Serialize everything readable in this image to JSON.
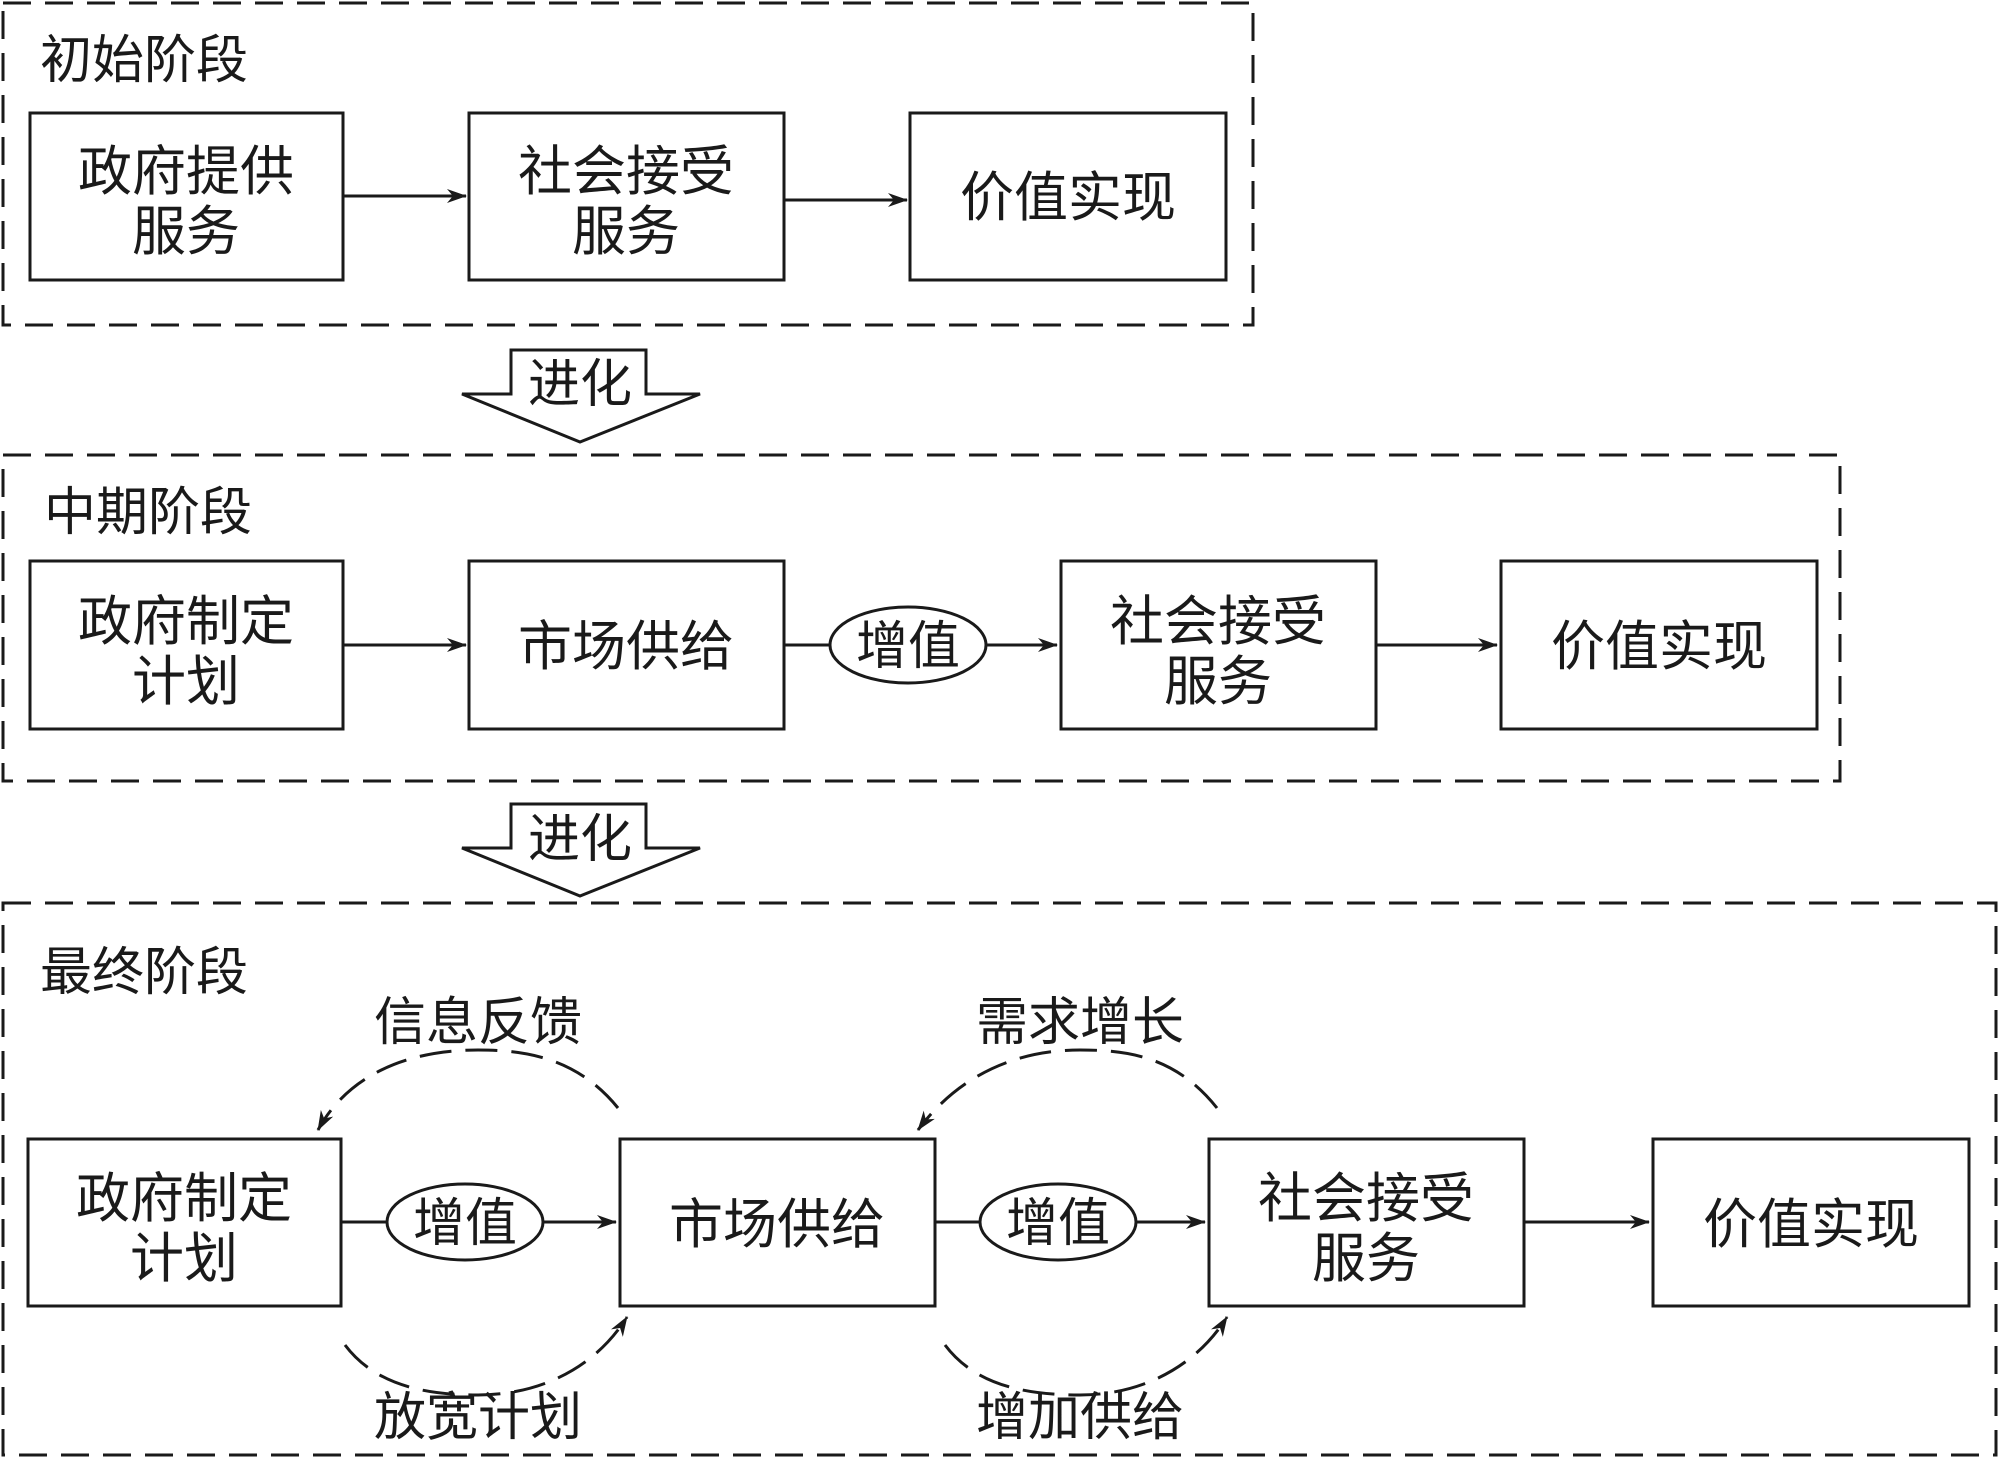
{
  "stages": {
    "initial": {
      "title": "初始阶段",
      "boxes": [
        {
          "line1": "政府提供",
          "line2": "服务"
        },
        {
          "line1": "社会接受",
          "line2": "服务"
        },
        {
          "line1": "价值实现",
          "line2": ""
        }
      ]
    },
    "middle": {
      "title": "中期阶段",
      "boxes": [
        {
          "line1": "政府制定",
          "line2": "计划"
        },
        {
          "line1": "市场供给",
          "line2": ""
        },
        {
          "line1": "社会接受",
          "line2": "服务"
        },
        {
          "line1": "价值实现",
          "line2": ""
        }
      ],
      "value_added": "增值"
    },
    "final": {
      "title": "最终阶段",
      "boxes": [
        {
          "line1": "政府制定",
          "line2": "计划"
        },
        {
          "line1": "市场供给",
          "line2": ""
        },
        {
          "line1": "社会接受",
          "line2": "服务"
        },
        {
          "line1": "价值实现",
          "line2": ""
        }
      ],
      "value_added_1": "增值",
      "value_added_2": "增值",
      "loops": {
        "info_feedback": "信息反馈",
        "relax_plan": "放宽计划",
        "demand_growth": "需求增长",
        "increase_supply": "增加供给"
      }
    }
  },
  "evolution": {
    "label_1": "进化",
    "label_2": "进化"
  }
}
